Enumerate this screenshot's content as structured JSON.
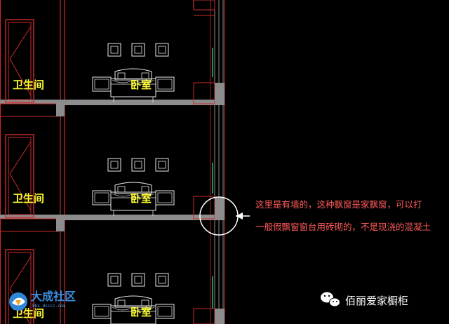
{
  "floors": [
    {
      "bathroom_label": "卫生间",
      "bedroom_label": "卧室"
    },
    {
      "bathroom_label": "卫生间",
      "bedroom_label": "卧室"
    },
    {
      "bathroom_label": "卫生间",
      "bedroom_label": "卧室"
    }
  ],
  "annotation": {
    "line1": "这里是有墙的，这种飘窗是家飘窗，可以打",
    "line2": "一般假飘窗窗台用砖砌的，不是现浇的混凝土"
  },
  "watermark": {
    "site_name": "大成社区",
    "site_url": "bbs.dcccc.com"
  },
  "brand": {
    "name": "佰丽爱家橱柜",
    "icon": "wechat-icon"
  },
  "colors": {
    "background": "#000000",
    "wall": "#8c8c8c",
    "red_line": "#cc2a2a",
    "room_label": "#ffff33",
    "annotation": "#ff4d4d",
    "window_green": "#2fbf6f",
    "furniture": "#e8e8e8"
  }
}
